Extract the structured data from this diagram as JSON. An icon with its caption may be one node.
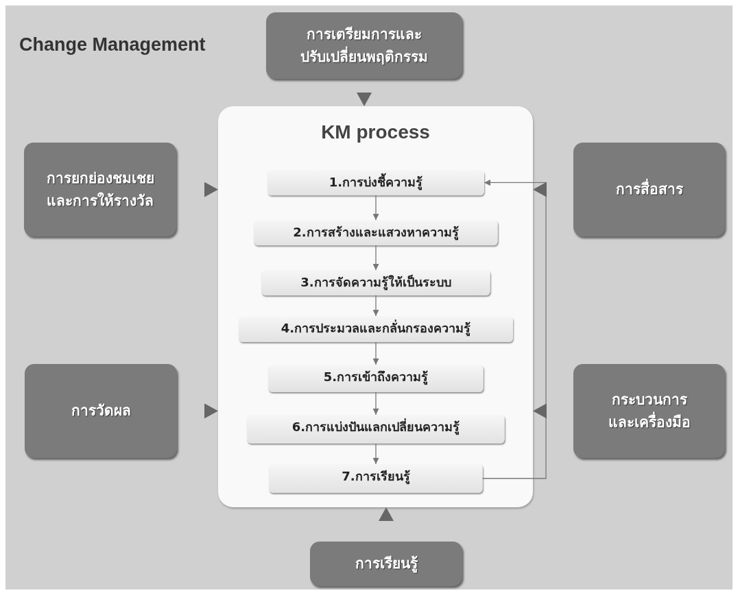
{
  "diagram": {
    "title": "Change Management",
    "nodes": [
      {
        "text": [
          "KM process"
        ]
      },
      {
        "text": [
          "1.การบ่งชี้ความรู้"
        ],
        "in": 0
      },
      {
        "text": [
          "2.การสร้างและแสวงหาความรู้"
        ],
        "in": 0
      },
      {
        "text": [
          "3.การจัดความรู้ให้เป็นระบบ"
        ],
        "in": 0
      },
      {
        "text": [
          "4.การประมวลและกลั่นกรองความรู้"
        ],
        "in": 0
      },
      {
        "text": [
          "5.การเข้าถึงความรู้"
        ],
        "in": 0
      },
      {
        "text": [
          "6.การแบ่งปันแลกเปลี่ยนความรู้"
        ],
        "in": 0
      },
      {
        "text": [
          "7.การเรียนรู้"
        ],
        "in": 0
      },
      {
        "text": [
          "การเตรียมการและปรับเปลี่ยนพฤติกรรม"
        ]
      },
      {
        "text": [
          "การยกย่องชมเชยและการให้รางวัล"
        ]
      },
      {
        "text": [
          "การสื่อสาร"
        ]
      },
      {
        "text": [
          "การวัดผล"
        ]
      },
      {
        "text": [
          "กระบวนการและเครื่องมือ"
        ]
      },
      {
        "text": [
          "การเรียนรู้"
        ]
      }
    ],
    "edges": [
      {
        "from": 1,
        "to": 2,
        "arrow": "to"
      },
      {
        "from": 2,
        "to": 3,
        "arrow": "to"
      },
      {
        "from": 3,
        "to": 4,
        "arrow": "to"
      },
      {
        "from": 4,
        "to": 5,
        "arrow": "to"
      },
      {
        "from": 5,
        "to": 6,
        "arrow": "to"
      },
      {
        "from": 6,
        "to": 7,
        "arrow": "to"
      },
      {
        "from": 7,
        "to": 1,
        "arrow": "to"
      },
      {
        "from": 8,
        "to": 0,
        "arrow": "to"
      },
      {
        "from": 9,
        "to": 0,
        "arrow": "to"
      },
      {
        "from": 10,
        "to": 0,
        "arrow": "to"
      },
      {
        "from": 11,
        "to": 0,
        "arrow": "to"
      },
      {
        "from": 12,
        "to": 0,
        "arrow": "to"
      },
      {
        "from": 13,
        "to": 0,
        "arrow": "to"
      }
    ]
  }
}
